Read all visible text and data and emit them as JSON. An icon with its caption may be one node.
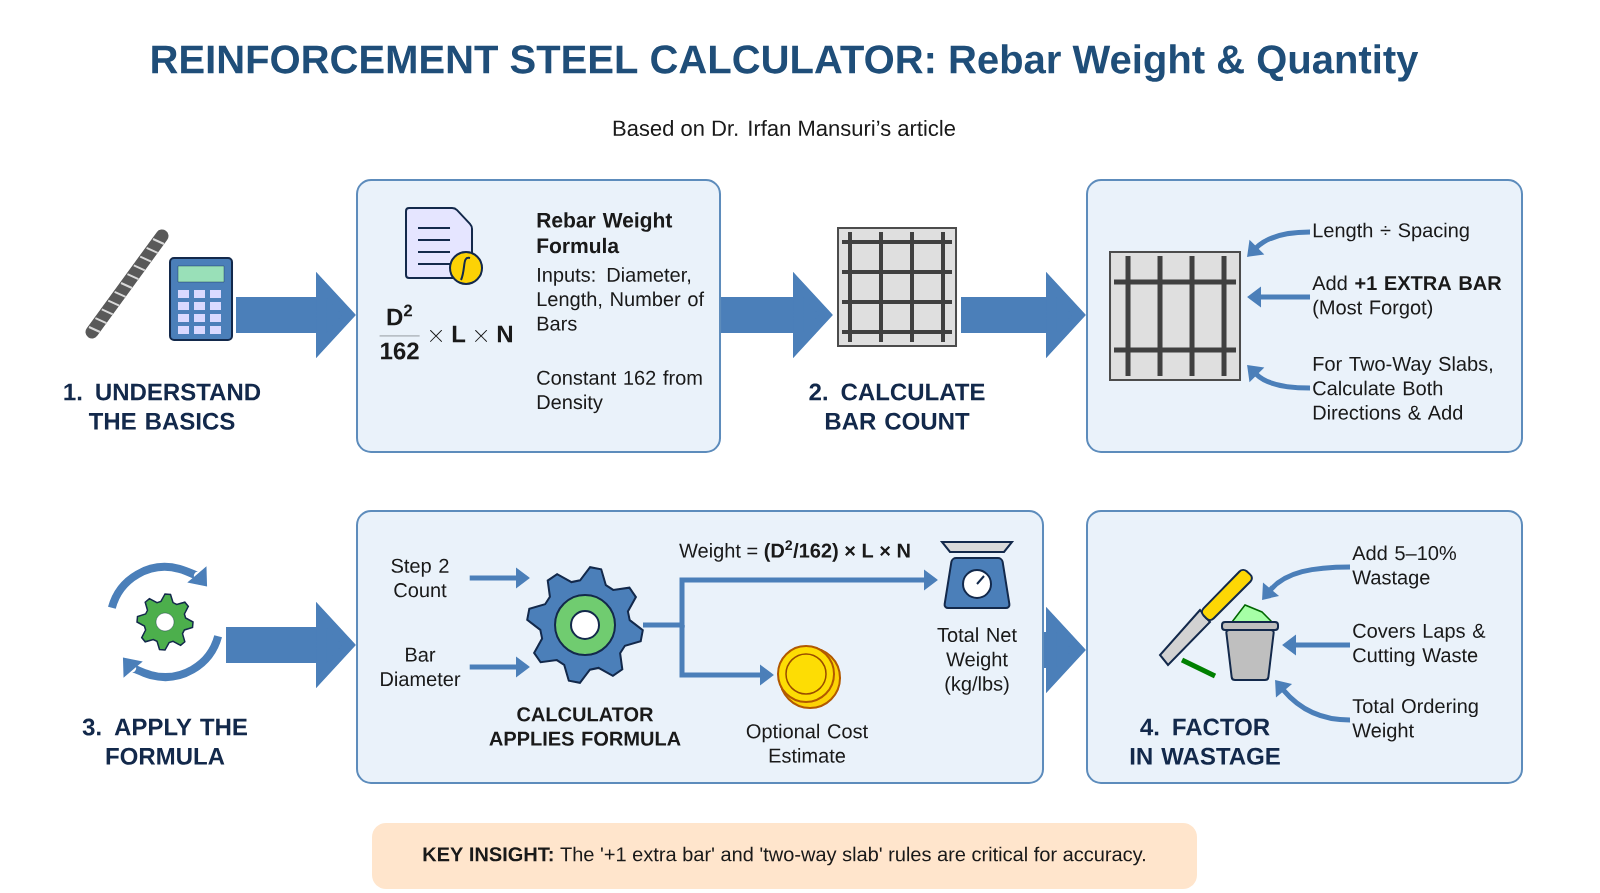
{
  "diagram": {
    "title": "REINFORCEMENT STEEL CALCULATOR: Rebar Weight & Quantity",
    "nodes": [
      {
        "text": [
          "1. UNDERSTAND THE BASICS"
        ]
      },
      {
        "text": [
          "Rebar Weight Formula",
          "Inputs: Diameter, Length, Number of Bars",
          "Constant 162 from Density",
          "\\frac{\\mathbf{D}^{\\mathbf{2}}}{\\mathbf{162}}\\times\\mathbf{L}\\times\\mathbf{N}"
        ]
      },
      {
        "text": [
          "2. CALCULATE BAR COUNT"
        ]
      },
      {
        "text": [],
        "shape": "box"
      },
      {
        "text": [],
        "shape": "picture",
        "in": 3
      },
      {
        "text": [
          "Length ÷ Spacing"
        ],
        "in": 3
      },
      {
        "text": [
          "Add **+1 EXTRA BAR** (Most Forgot)"
        ],
        "in": 3
      },
      {
        "text": [
          "For Two-Way Slabs, Calculate Both Directions & Add"
        ],
        "in": 3
      },
      {
        "text": [
          "3. APPLY THE FORMULA"
        ]
      },
      {
        "text": [],
        "shape": "box"
      },
      {
        "text": [
          "Step 2 Count"
        ],
        "in": 9
      },
      {
        "text": [
          "Bar Diameter"
        ],
        "in": 9
      },
      {
        "text": [
          "CALCULATOR APPLIES FORMULA"
        ],
        "in": 9
      },
      {
        "text": [
          "Total Net Weight (kg/lbs)"
        ],
        "in": 9
      },
      {
        "text": [
          "Optional Cost Estimate"
        ],
        "in": 9
      },
      {
        "text": [],
        "shape": "box"
      },
      {
        "text": [
          "4. FACTOR IN WASTAGE"
        ],
        "in": 15
      },
      {
        "text": [
          "Add 5–10% Wastage"
        ],
        "in": 15
      },
      {
        "text": [
          "Covers Laps & Cutting Waste"
        ],
        "in": 15
      },
      {
        "text": [
          "Total Ordering Weight"
        ],
        "in": 15
      },
      {
        "text": [
          "**KEY INSIGHT:** The '+1 extra bar' and 'two-way slab' rules are critical for accuracy."
        ]
      }
    ],
    "edges": [
      {
        "from": 0,
        "to": 1,
        "arrow": "to",
        "style": "thick"
      },
      {
        "from": 1,
        "to": 2,
        "arrow": "to",
        "style": "thick"
      },
      {
        "from": 2,
        "to": 3,
        "arrow": "to",
        "style": "thick"
      },
      {
        "from": 5,
        "to": 4,
        "arrow": "to"
      },
      {
        "from": 6,
        "to": 4,
        "arrow": "to"
      },
      {
        "from": 7,
        "to": 4,
        "arrow": "to"
      },
      {
        "from": 8,
        "to": 9,
        "arrow": "to",
        "style": "thick"
      },
      {
        "from": 9,
        "to": 15,
        "arrow": "to",
        "style": "thick"
      },
      {
        "from": 10,
        "to": 12,
        "arrow": "to"
      },
      {
        "from": 11,
        "to": 12,
        "arrow": "to"
      },
      {
        "from": 12,
        "to": 13,
        "arrow": "to",
        "label": "Weight = **(D$^{2}$/162) × L × N**"
      },
      {
        "from": 12,
        "to": 14,
        "arrow": "to"
      },
      {
        "from": 17,
        "to": 16,
        "arrow": "to"
      },
      {
        "from": 18,
        "to": 16,
        "arrow": "to"
      },
      {
        "from": 19,
        "to": 16,
        "arrow": "to"
      }
    ],
    "labels": [
      "Based on Dr. Irfan Mansuri’s article"
    ]
  }
}
